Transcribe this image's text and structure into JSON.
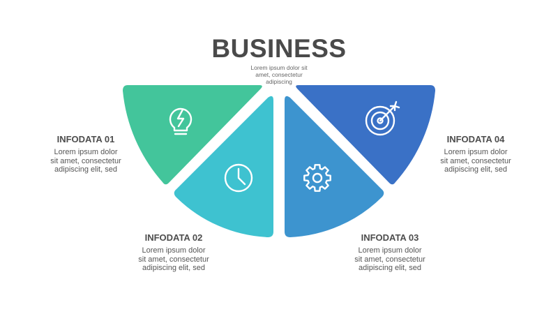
{
  "title": "BUSINESS",
  "subtitle": [
    "Lorem ipsum dolor sit",
    "amet, consectetur",
    "adipiscing"
  ],
  "segments": [
    {
      "heading": "INFODATA 01",
      "body": [
        "Lorem ipsum dolor",
        "sit amet, consectetur",
        "adipiscing elit, sed"
      ],
      "color": "#43c59b",
      "icon": "lightbulb-icon"
    },
    {
      "heading": "INFODATA 02",
      "body": [
        "Lorem ipsum dolor",
        "sit amet, consectetur",
        "adipiscing elit, sed"
      ],
      "color": "#3ec2d0",
      "icon": "clock-icon"
    },
    {
      "heading": "INFODATA 03",
      "body": [
        "Lorem ipsum dolor",
        "sit amet, consectetur",
        "adipiscing elit, sed"
      ],
      "color": "#3d94cf",
      "icon": "gear-icon"
    },
    {
      "heading": "INFODATA 04",
      "body": [
        "Lorem ipsum dolor",
        "sit amet, consectetur",
        "adipiscing elit, sed"
      ],
      "color": "#3a71c6",
      "icon": "target-icon"
    }
  ]
}
